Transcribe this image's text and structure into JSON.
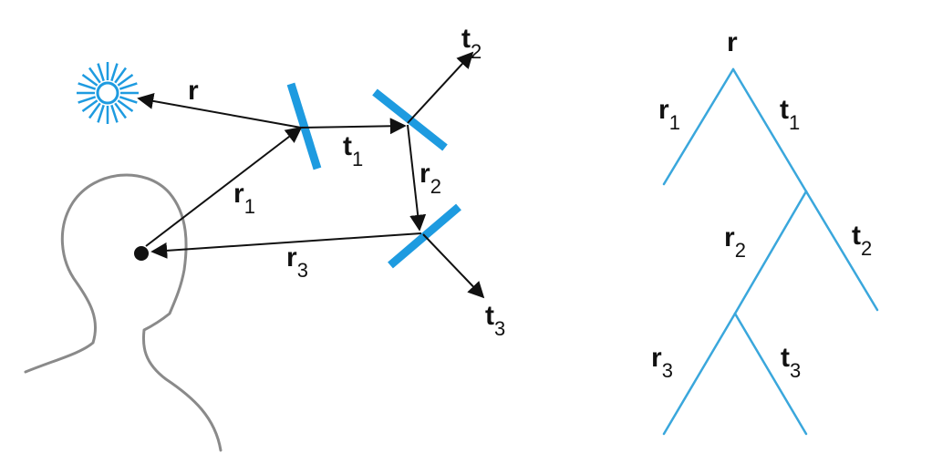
{
  "labels": {
    "ray_r": {
      "main": "r",
      "sub": ""
    },
    "ray_r1": {
      "main": "r",
      "sub": "1"
    },
    "ray_t1": {
      "main": "t",
      "sub": "1"
    },
    "ray_r2": {
      "main": "r",
      "sub": "2"
    },
    "ray_t2": {
      "main": "t",
      "sub": "2"
    },
    "ray_r3": {
      "main": "r",
      "sub": "3"
    },
    "ray_t3": {
      "main": "t",
      "sub": "3"
    },
    "tree_root": {
      "main": "r",
      "sub": ""
    },
    "tree_r1": {
      "main": "r",
      "sub": "1"
    },
    "tree_t1": {
      "main": "t",
      "sub": "1"
    },
    "tree_r2": {
      "main": "r",
      "sub": "2"
    },
    "tree_t2": {
      "main": "t",
      "sub": "2"
    },
    "tree_r3": {
      "main": "r",
      "sub": "3"
    },
    "tree_t3": {
      "main": "t",
      "sub": "3"
    }
  },
  "colors": {
    "surface": "#1e9be0",
    "tree": "#3aa7dc",
    "ray": "#111111",
    "head": "#8a8a8a",
    "light": "#1e9be0"
  },
  "icons": {
    "light_source": "sun-icon",
    "viewer": "head-silhouette-icon"
  }
}
